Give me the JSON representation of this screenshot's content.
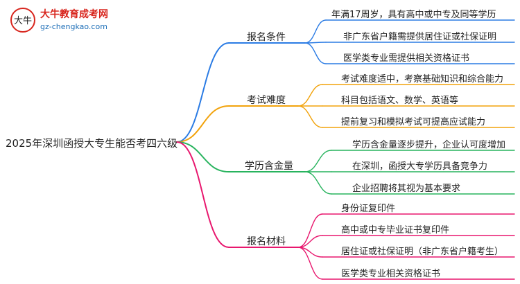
{
  "logo": {
    "mark_text": "大牛",
    "title": "大牛教育成考网",
    "url": "gz-chengkao.com"
  },
  "root": "2025年深圳函授大专生能否考四六级",
  "branches": [
    {
      "label": "报名条件",
      "color": "#2a7be4",
      "children": [
        "年满17周岁，具有高中或中专及同等学历",
        "非广东省户籍需提供居住证或社保证明",
        "医学类专业需提供相关资格证书"
      ]
    },
    {
      "label": "考试难度",
      "color": "#f2a30c",
      "children": [
        "考试难度适中，考察基础知识和综合能力",
        "科目包括语文、数学、英语等",
        "提前复习和模拟考试可提高应试能力"
      ]
    },
    {
      "label": "学历含金量",
      "color": "#27b35d",
      "children": [
        "学历含金量逐步提升，企业认可度增加",
        "在深圳，函授大专学历具备竞争力",
        "企业招聘将其视为基本要求"
      ]
    },
    {
      "label": "报名材料",
      "color": "#e8176e",
      "children": [
        "身份证复印件",
        "高中或中专毕业证书复印件",
        "居住证或社保证明（非广东省户籍考生）",
        "医学类专业相关资格证书"
      ]
    }
  ]
}
